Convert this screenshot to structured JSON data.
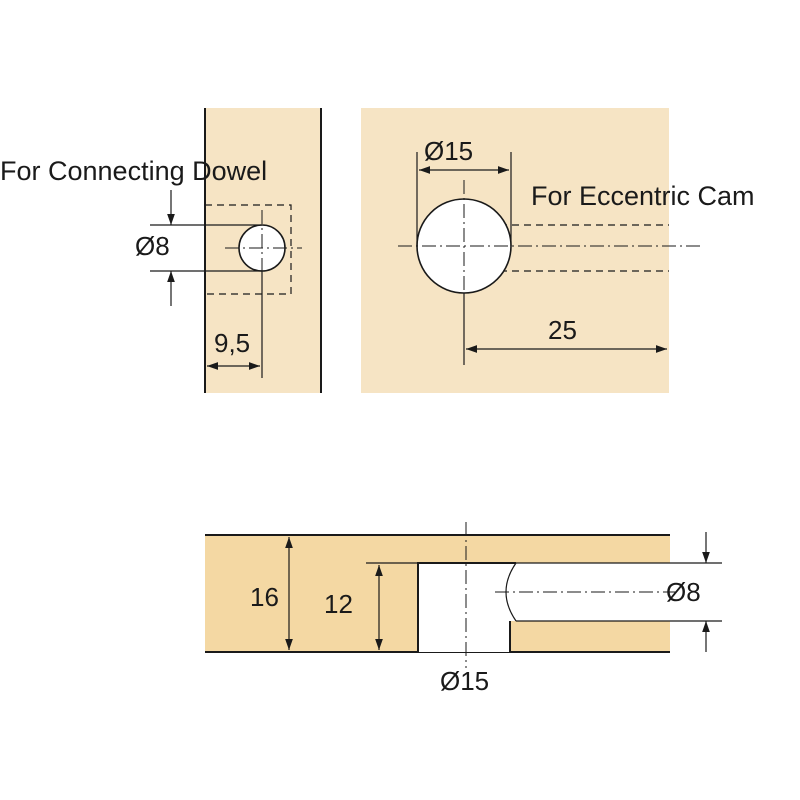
{
  "colors": {
    "panel_face": "#F6E4C4",
    "panel_section": "#F4D8A3",
    "line": "#1a1a1a"
  },
  "labels": {
    "dowel_title": "For Connecting Dowel",
    "cam_title": "For Eccentric Cam"
  },
  "dimensions": {
    "dowel_diameter": "Ø8",
    "dowel_offset": "9,5",
    "cam_diameter": "Ø15",
    "cam_distance": "25",
    "panel_thickness": "16",
    "cam_depth": "12",
    "channel_diameter": "Ø8",
    "bottom_cam_diameter": "Ø15"
  }
}
